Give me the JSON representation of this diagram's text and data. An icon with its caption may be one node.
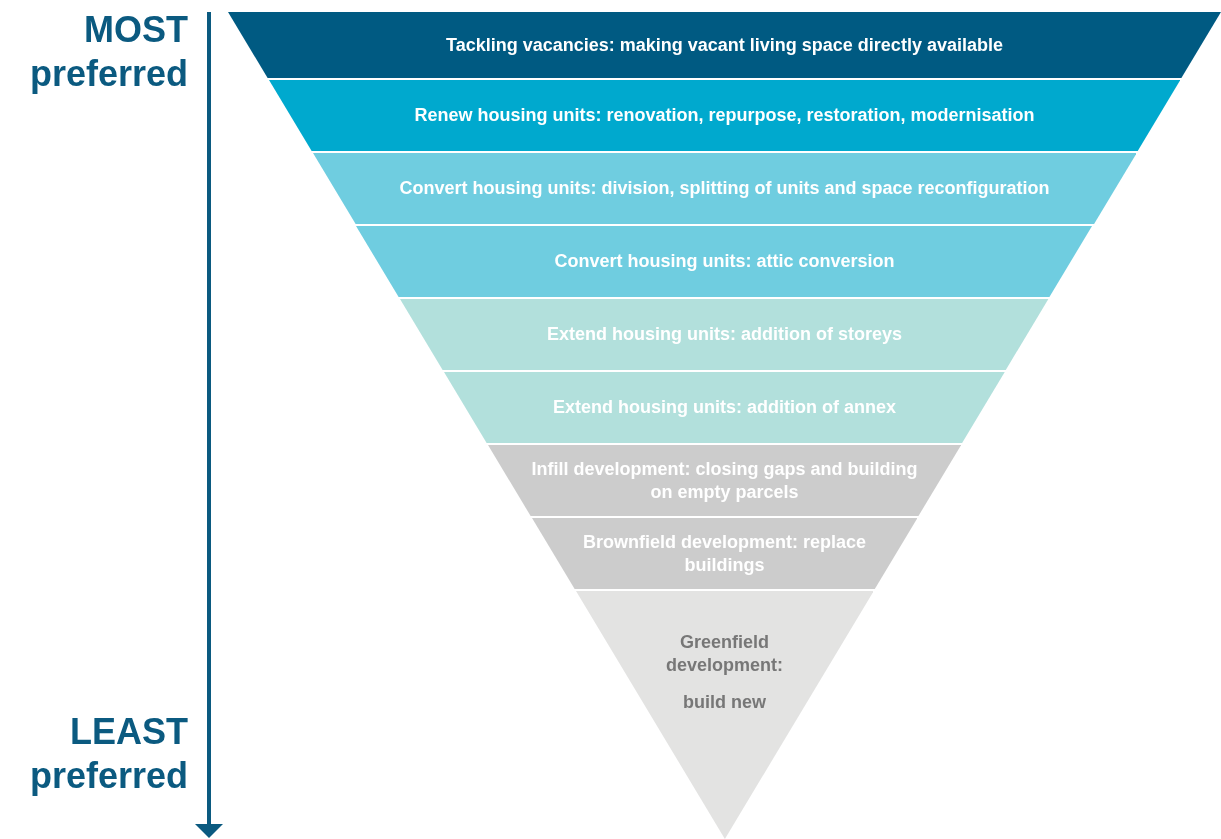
{
  "diagram": {
    "nodes": [
      {
        "text": [
          "Tackling vacancies: making vacant living space directly available"
        ]
      },
      {
        "text": [
          "Renew housing units: renovation, repurpose, restoration, modernisation"
        ]
      },
      {
        "text": [
          "Convert housing units: division, splitting of units and space reconfiguration"
        ]
      },
      {
        "text": [
          "Convert housing units: attic conversion"
        ]
      },
      {
        "text": [
          "Extend housing units: addition of storeys"
        ]
      },
      {
        "text": [
          "Extend housing units: addition of annex"
        ]
      },
      {
        "text": [
          "Infill development: closing gaps and building on empty parcels"
        ]
      },
      {
        "text": [
          "Brownfield development: replace buildings"
        ]
      },
      {
        "text": [
          "Greenfield development:",
          "build new"
        ]
      }
    ],
    "labels": [
      "MOST preferred",
      "LEAST preferred"
    ]
  }
}
